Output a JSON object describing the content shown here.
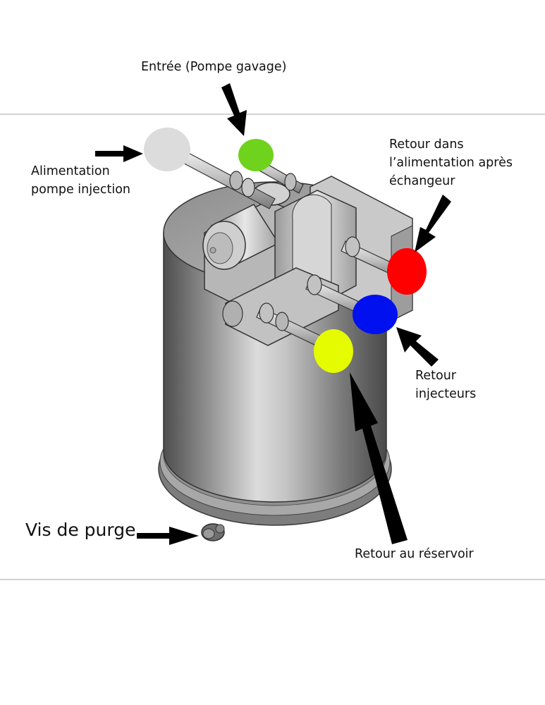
{
  "title": "Filtre à gazole — raccordements",
  "labels": {
    "inlet": {
      "lines": [
        "Entrée (Pompe gavage)"
      ],
      "marker_color": "#6fd21d"
    },
    "injection_pump_feed": {
      "lines": [
        "Alimentation",
        "pompe injection"
      ],
      "marker_color": "#dcdcdc"
    },
    "return_after_exchanger": {
      "lines": [
        "Retour dans",
        "l’alimentation après",
        "échangeur"
      ],
      "marker_color": "#ff0000"
    },
    "injector_return": {
      "lines": [
        "Retour",
        "injecteurs"
      ],
      "marker_color": "#0010ee"
    },
    "tank_return": {
      "lines": [
        "Retour au réservoir"
      ],
      "marker_color": "#e5fb00"
    },
    "bleed_screw": {
      "lines": [
        "Vis de purge"
      ]
    }
  },
  "colors": {
    "arrow": "#000000",
    "divider": "#d2d2d2",
    "body_dark": "#5a5a5a",
    "body_light": "#d8d8d8"
  }
}
